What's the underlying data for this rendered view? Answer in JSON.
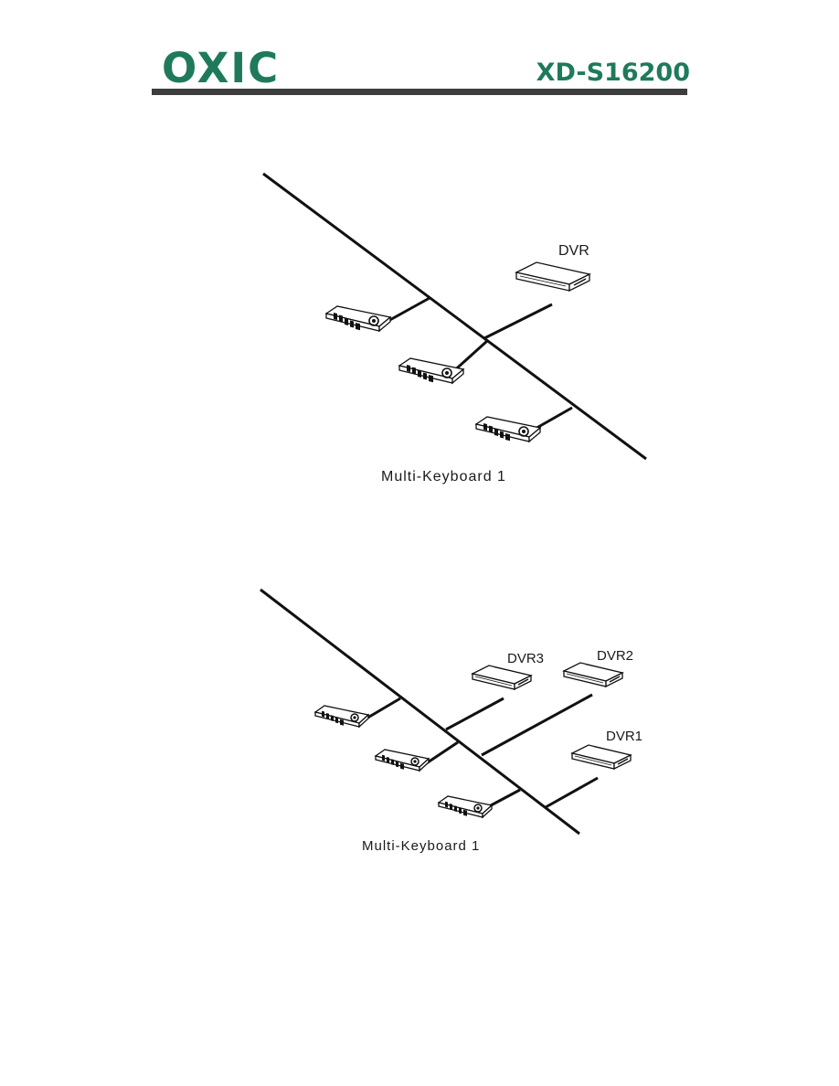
{
  "header": {
    "brand": "OXIC",
    "model": "XD-S16200"
  },
  "diagram1": {
    "dvr_label": "DVR",
    "caption": "Multi-Keyboard 1"
  },
  "diagram2": {
    "dvr3_label": "DVR3",
    "dvr2_label": "DVR2",
    "dvr1_label": "DVR1",
    "caption": "Multi-Keyboard 1"
  },
  "icons": {
    "keyboard": "control-keyboard-icon",
    "dvr": "dvr-unit-icon"
  },
  "colors": {
    "brand": "#1f7a5c",
    "rule": "#3d3d3d",
    "line": "#111111"
  }
}
